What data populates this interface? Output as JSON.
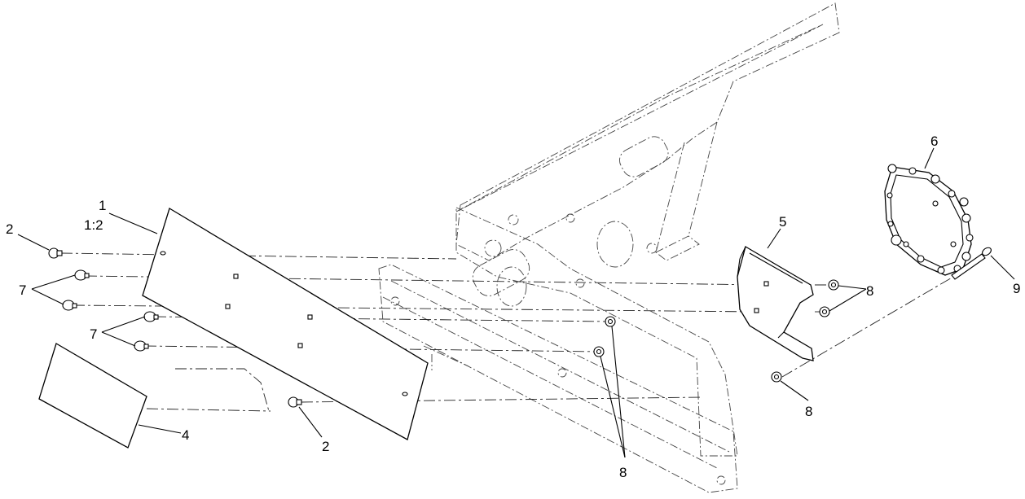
{
  "callouts": {
    "c1": "1",
    "c1_scale": "1:2",
    "c2_top": "2",
    "c2_bottom": "2",
    "c4": "4",
    "c5": "5",
    "c6": "6",
    "c7_upper": "7",
    "c7_lower": "7",
    "c8_right_top": "8",
    "c8_right_bottom": "8",
    "c8_center": "8",
    "c9": "9"
  }
}
